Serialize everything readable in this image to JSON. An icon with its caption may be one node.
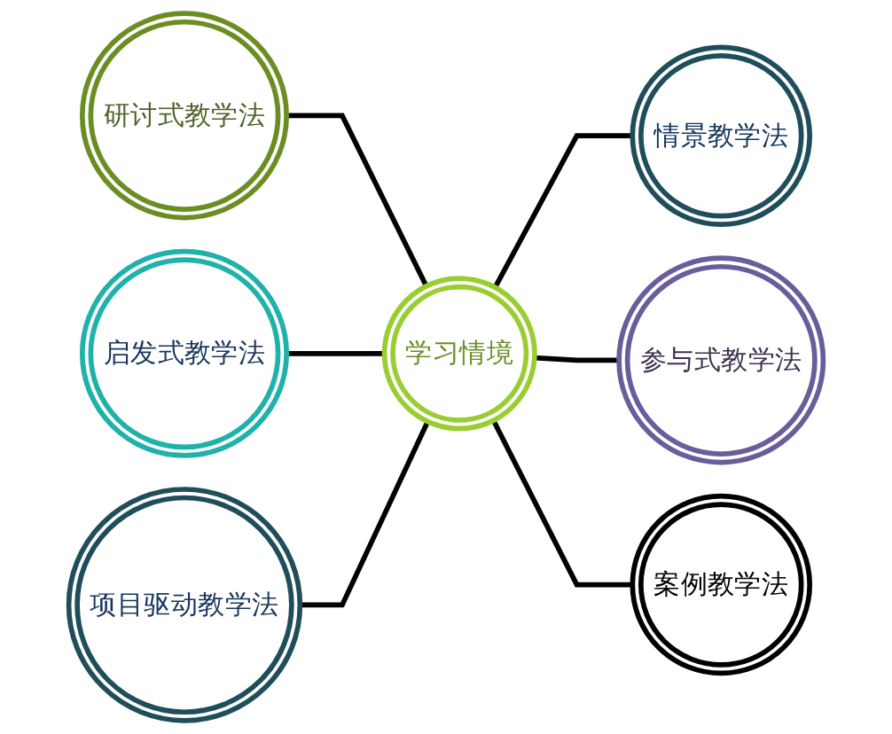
{
  "diagram": {
    "nodes": [
      {
        "text": [
          "学习情境"
        ]
      },
      {
        "text": [
          "情景教学法"
        ]
      },
      {
        "text": [
          "参与式教学法"
        ]
      },
      {
        "text": [
          "案例教学法"
        ]
      },
      {
        "text": [
          "研讨式教学法"
        ]
      },
      {
        "text": [
          "启发式教学法"
        ]
      },
      {
        "text": [
          "项目驱动教学法"
        ]
      }
    ],
    "edges": [
      {
        "from": 0,
        "to": 1,
        "arrow": "none"
      },
      {
        "from": 0,
        "to": 2,
        "arrow": "none"
      },
      {
        "from": 0,
        "to": 3,
        "arrow": "none"
      },
      {
        "from": 0,
        "to": 4,
        "arrow": "none"
      },
      {
        "from": 0,
        "to": 5,
        "arrow": "none"
      },
      {
        "from": 0,
        "to": 6,
        "arrow": "none"
      }
    ]
  }
}
